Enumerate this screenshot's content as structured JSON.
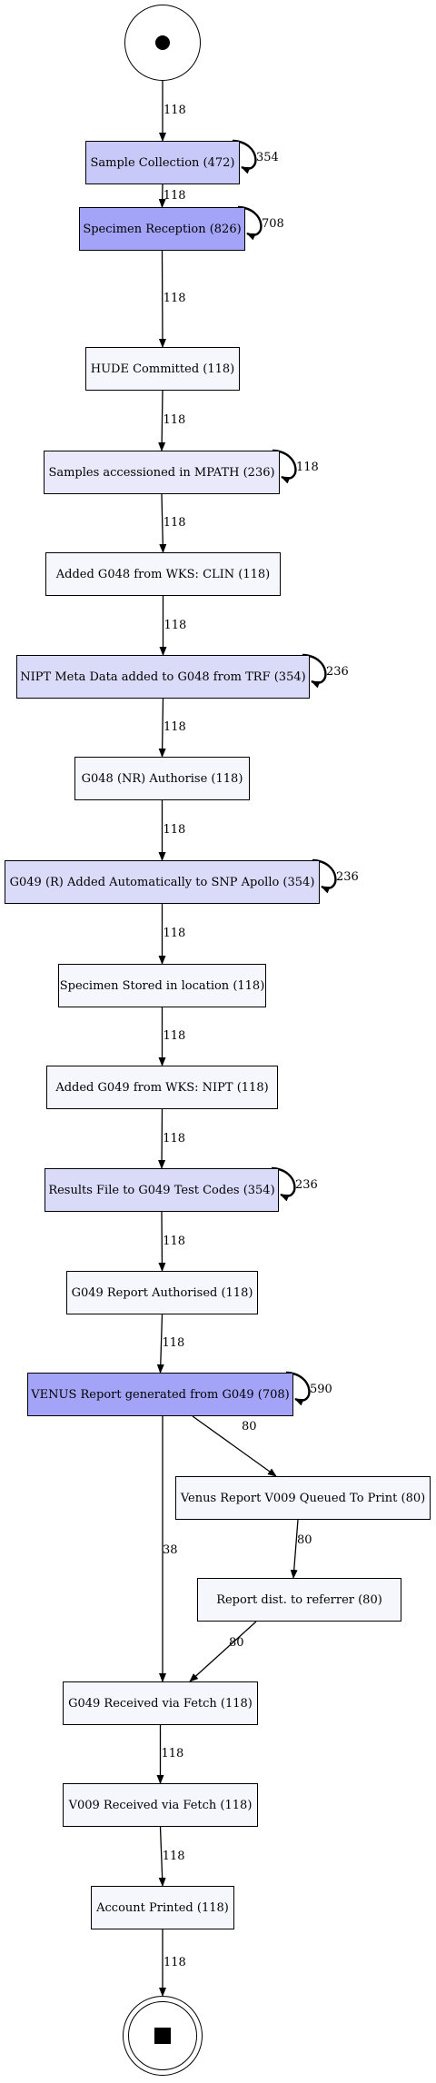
{
  "colors": {
    "heavy": "#a3a3f7",
    "medium": "#c9c9f9",
    "light": "#dadaf9",
    "pale": "#e9e9fb",
    "faint": "#f6f6fd"
  },
  "start": {
    "icon": "start-dot-icon"
  },
  "end": {
    "icon": "end-square-icon"
  },
  "nodes": [
    {
      "id": "sample_collection",
      "label": "Sample Collection (472)",
      "level": "medium"
    },
    {
      "id": "specimen_reception",
      "label": "Specimen Reception (826)",
      "level": "heavy"
    },
    {
      "id": "hude_committed",
      "label": "HUDE Committed (118)",
      "level": "faint"
    },
    {
      "id": "samples_accessioned",
      "label": "Samples accessioned in MPATH (236)",
      "level": "pale"
    },
    {
      "id": "added_g048",
      "label": "Added G048 from WKS: CLIN (118)",
      "level": "faint"
    },
    {
      "id": "nipt_meta",
      "label": "NIPT Meta Data added to G048 from TRF (354)",
      "level": "light"
    },
    {
      "id": "g048_authorise",
      "label": "G048 (NR) Authorise (118)",
      "level": "faint"
    },
    {
      "id": "g049_added_auto",
      "label": "G049 (R) Added Automatically to SNP Apollo (354)",
      "level": "light"
    },
    {
      "id": "specimen_stored",
      "label": "Specimen Stored in location (118)",
      "level": "faint"
    },
    {
      "id": "added_g049",
      "label": "Added G049 from WKS: NIPT (118)",
      "level": "faint"
    },
    {
      "id": "results_file",
      "label": "Results File to G049 Test Codes (354)",
      "level": "light"
    },
    {
      "id": "g049_report_auth",
      "label": "G049 Report Authorised (118)",
      "level": "faint"
    },
    {
      "id": "venus_report",
      "label": "VENUS Report generated from G049  (708)",
      "level": "heavy"
    },
    {
      "id": "venus_v009",
      "label": "Venus Report V009 Queued To Print (80)",
      "level": "faint"
    },
    {
      "id": "report_dist",
      "label": "Report dist. to referrer (80)",
      "level": "faint"
    },
    {
      "id": "g049_received",
      "label": "G049 Received via Fetch (118)",
      "level": "faint"
    },
    {
      "id": "v009_received",
      "label": "V009 Received via Fetch (118)",
      "level": "faint"
    },
    {
      "id": "account_printed",
      "label": "Account Printed (118)",
      "level": "faint"
    }
  ],
  "edges": [
    {
      "from": "start",
      "to": "sample_collection",
      "label": "118"
    },
    {
      "from": "sample_collection",
      "to": "specimen_reception",
      "label": "118"
    },
    {
      "from": "specimen_reception",
      "to": "hude_committed",
      "label": "118"
    },
    {
      "from": "hude_committed",
      "to": "samples_accessioned",
      "label": "118"
    },
    {
      "from": "samples_accessioned",
      "to": "added_g048",
      "label": "118"
    },
    {
      "from": "added_g048",
      "to": "nipt_meta",
      "label": "118"
    },
    {
      "from": "nipt_meta",
      "to": "g048_authorise",
      "label": "118"
    },
    {
      "from": "g048_authorise",
      "to": "g049_added_auto",
      "label": "118"
    },
    {
      "from": "g049_added_auto",
      "to": "specimen_stored",
      "label": "118"
    },
    {
      "from": "specimen_stored",
      "to": "added_g049",
      "label": "118"
    },
    {
      "from": "added_g049",
      "to": "results_file",
      "label": "118"
    },
    {
      "from": "results_file",
      "to": "g049_report_auth",
      "label": "118"
    },
    {
      "from": "g049_report_auth",
      "to": "venus_report",
      "label": "118"
    },
    {
      "from": "venus_report",
      "to": "venus_v009",
      "label": "80"
    },
    {
      "from": "venus_v009",
      "to": "report_dist",
      "label": "80"
    },
    {
      "from": "report_dist",
      "to": "g049_received",
      "label": "80"
    },
    {
      "from": "venus_report",
      "to": "g049_received",
      "label": "38"
    },
    {
      "from": "g049_received",
      "to": "v009_received",
      "label": "118"
    },
    {
      "from": "v009_received",
      "to": "account_printed",
      "label": "118"
    },
    {
      "from": "account_printed",
      "to": "end",
      "label": "118"
    }
  ],
  "self_loops": [
    {
      "node": "sample_collection",
      "label": "354"
    },
    {
      "node": "specimen_reception",
      "label": "708"
    },
    {
      "node": "samples_accessioned",
      "label": "118"
    },
    {
      "node": "nipt_meta",
      "label": "236"
    },
    {
      "node": "g049_added_auto",
      "label": "236"
    },
    {
      "node": "results_file",
      "label": "236"
    },
    {
      "node": "venus_report",
      "label": "590"
    }
  ]
}
